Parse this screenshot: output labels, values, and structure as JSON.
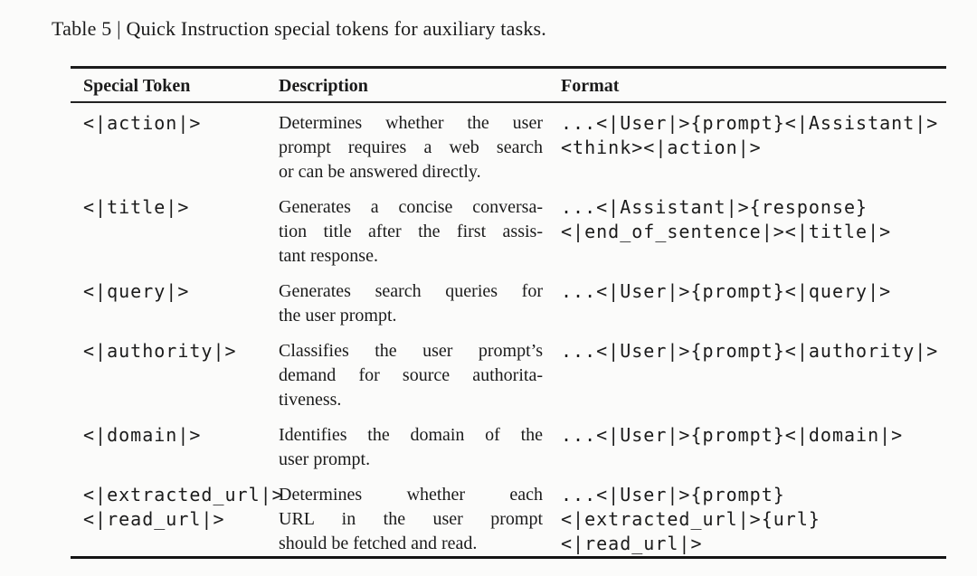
{
  "page": {
    "caption": "Table 5 | Quick Instruction special tokens for auxiliary tasks."
  },
  "table": {
    "headers": {
      "token": "Special Token",
      "description": "Description",
      "format": "Format"
    },
    "rows": [
      {
        "token_lines": [
          "<|action|>"
        ],
        "description_lines": [
          "Determines whether the user",
          "prompt requires a web search",
          "or can be answered directly."
        ],
        "format_lines": [
          "...<|User|>{prompt}<|Assistant|>",
          "<think><|action|>"
        ]
      },
      {
        "token_lines": [
          "<|title|>"
        ],
        "description_lines": [
          "Generates a concise conversa-",
          "tion title after the first assis-",
          "tant response."
        ],
        "format_lines": [
          "...<|Assistant|>{response}",
          "<|end_of_sentence|><|title|>"
        ]
      },
      {
        "token_lines": [
          "<|query|>"
        ],
        "description_lines": [
          "Generates search queries for",
          "the user prompt."
        ],
        "format_lines": [
          "...<|User|>{prompt}<|query|>"
        ]
      },
      {
        "token_lines": [
          "<|authority|>"
        ],
        "description_lines": [
          "Classifies the user prompt’s",
          "demand for source authorita-",
          "tiveness."
        ],
        "format_lines": [
          "...<|User|>{prompt}<|authority|>"
        ]
      },
      {
        "token_lines": [
          "<|domain|>"
        ],
        "description_lines": [
          "Identifies the domain of the",
          "user prompt."
        ],
        "format_lines": [
          "...<|User|>{prompt}<|domain|>"
        ]
      },
      {
        "token_lines": [
          "<|extracted_url|>",
          "<|read_url|>"
        ],
        "description_lines": [
          "Determines whether each",
          "URL in the user prompt",
          "should be fetched and read."
        ],
        "format_lines": [
          "...<|User|>{prompt}",
          "<|extracted_url|>{url}",
          "<|read_url|>"
        ]
      }
    ]
  }
}
